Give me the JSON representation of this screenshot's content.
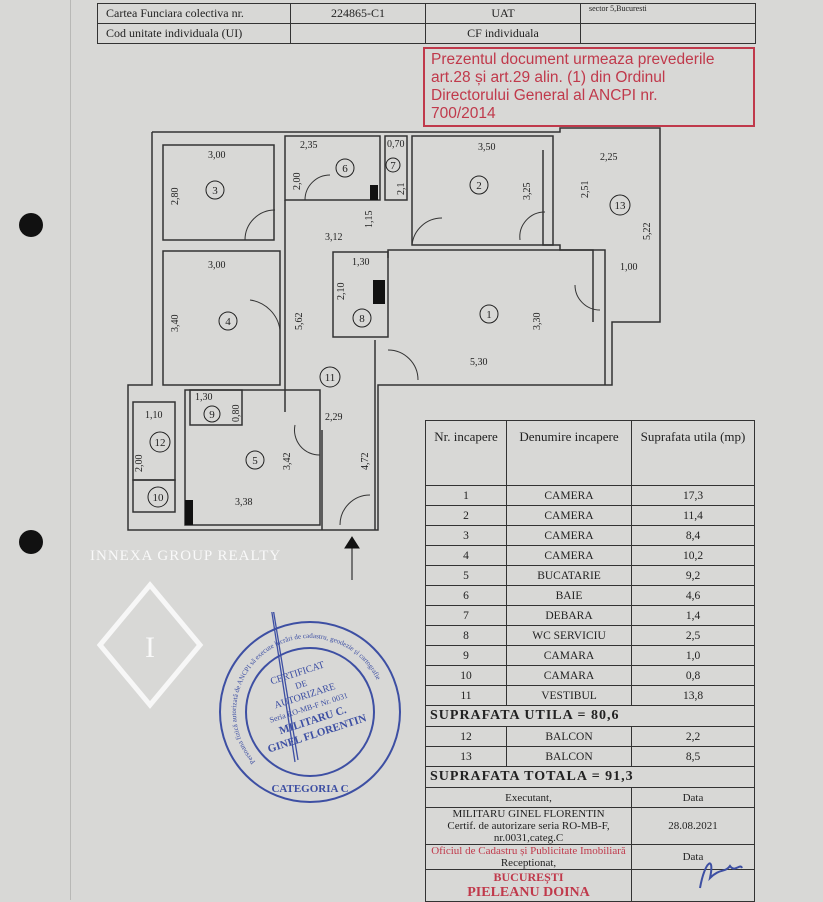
{
  "header_table": {
    "rows": [
      {
        "label": "Cartea Funciara colectiva nr.",
        "value": "224865-C1",
        "label2": "UAT",
        "value2": "sector 5,Bucuresti"
      },
      {
        "label": "Cod unitate individuala (UI)",
        "value": "",
        "label2": "CF individuala",
        "value2": ""
      }
    ]
  },
  "red_stamp": {
    "lines": [
      "Prezentul document urmeaza prevederile",
      "art.28 și art.29 alin. (1) din Ordinul",
      "Directorului General al ANCPI nr.",
      "700/2014"
    ],
    "color": "#c0394b"
  },
  "floor_plan": {
    "rooms": [
      "1",
      "2",
      "3",
      "4",
      "5",
      "6",
      "7",
      "8",
      "9",
      "10",
      "11",
      "12",
      "13"
    ],
    "dimensions": {
      "r3_w": "3,00",
      "r3_h": "2,80",
      "r6_w": "2,35",
      "r6_h": "2,00",
      "r7_w": "0,70",
      "r7_h": "2,1",
      "r2_w": "3,50",
      "r2_h": "3,25",
      "r13_w": "2,25",
      "r13_h": "2,51",
      "r13_len": "5,22",
      "r13_b": "1,00",
      "hall_w": "3,12",
      "hall_h": "1,15",
      "r4_w": "3,00",
      "r4_h": "3,40",
      "r11_h": "5,62",
      "r8_w": "1,30",
      "r8_h": "2,10",
      "r1_w": "5,30",
      "r1_h": "3,30",
      "r9_w": "1,30",
      "r9_h": "0,80",
      "r12_w": "1,10",
      "r12_h": "2,00",
      "r11_w": "2,29",
      "r5_h": "3,42",
      "r5_w": "3,38",
      "entry_h": "4,72"
    }
  },
  "room_table": {
    "headers": [
      "Nr. incapere",
      "Denumire incapere",
      "Suprafata utila (mp)"
    ],
    "rows": [
      {
        "nr": "1",
        "name": "CAMERA",
        "area": "17,3"
      },
      {
        "nr": "2",
        "name": "CAMERA",
        "area": "11,4"
      },
      {
        "nr": "3",
        "name": "CAMERA",
        "area": "8,4"
      },
      {
        "nr": "4",
        "name": "CAMERA",
        "area": "10,2"
      },
      {
        "nr": "5",
        "name": "BUCATARIE",
        "area": "9,2"
      },
      {
        "nr": "6",
        "name": "BAIE",
        "area": "4,6"
      },
      {
        "nr": "7",
        "name": "DEBARA",
        "area": "1,4"
      },
      {
        "nr": "8",
        "name": "WC SERVICIU",
        "area": "2,5"
      },
      {
        "nr": "9",
        "name": "CAMARA",
        "area": "1,0"
      },
      {
        "nr": "10",
        "name": "CAMARA",
        "area": "0,8"
      },
      {
        "nr": "11",
        "name": "VESTIBUL",
        "area": "13,8"
      }
    ],
    "useful_total": "SUPRAFATA UTILA =   80,6",
    "balconies": [
      {
        "nr": "12",
        "name": "BALCON",
        "area": "2,2"
      },
      {
        "nr": "13",
        "name": "BALCON",
        "area": "8,5"
      }
    ],
    "grand_total": "SUPRAFATA TOTALA =   91,3",
    "executant_label": "Executant,",
    "date_label": "Data",
    "executant_name": "MILITARU GINEL FLORENTIN",
    "executant_cert": "Certif. de autorizare seria RO-MB-F, nr.0031,categ.C",
    "executant_date": "28.08.2021",
    "receptionat_label": "Receptionat,",
    "date_label2": "Data",
    "office_line1": "Oficiul de Cadastru și Publicitate Imobiliară",
    "office_line2": "BUCUREȘTI",
    "office_line3": "PIELEANU DOINA"
  },
  "watermark": {
    "text": "INNEXA GROUP REALTY",
    "letter": "I"
  },
  "blue_stamp": {
    "ring_text": "Persoana fizică autorizată de ANCPI să execute lucrări de cadastru, geodezie și cartografie",
    "lines": [
      "CERTIFICAT",
      "DE",
      "AUTORIZARE",
      "Seria RO-MB-F Nr. 0031",
      "MILITARU C.",
      "GINEL FLORENTIN"
    ],
    "bottom": "CATEGORIA C",
    "color": "#3d4fa3"
  }
}
